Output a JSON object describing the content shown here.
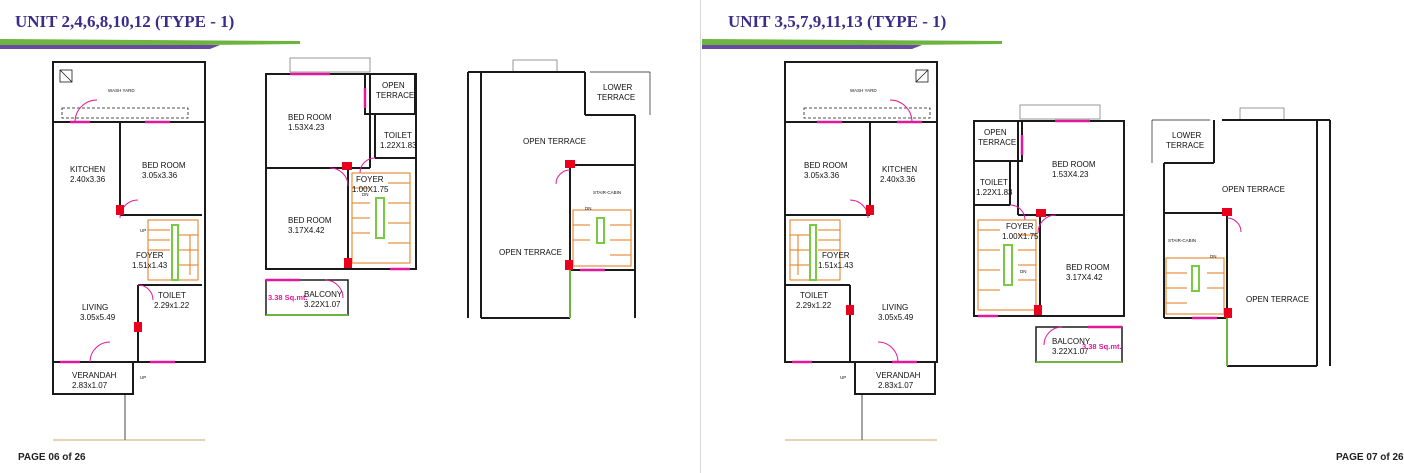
{
  "left_page": {
    "title": "UNIT 2,4,6,8,10,12 (TYPE - 1)",
    "page_number": "PAGE 06 of 26",
    "ground": {
      "wash_yard": "WASH YARD",
      "kitchen": "KITCHEN",
      "kitchen_size": "2.40x3.36",
      "bed_room": "BED ROOM",
      "bed_room_size": "3.05x3.36",
      "foyer": "FOYER",
      "foyer_size": "1.51x1.43",
      "toilet": "TOILET",
      "toilet_size": "2.29x1.22",
      "living": "LIVING",
      "living_size": "3.05x5.49",
      "verandah": "VERANDAH",
      "verandah_size": "2.83x1.07",
      "up": "UP",
      "up2": "UP"
    },
    "first": {
      "open_terrace_1": "OPEN",
      "open_terrace_2": "TERRACE",
      "bed_room_1": "BED ROOM",
      "bed_room_1_size": "1.53X4.23",
      "toilet": "TOILET",
      "toilet_size": "1.22X1.83",
      "foyer": "FOYER",
      "foyer_size": "1.00X1.75",
      "bed_room_2": "BED ROOM",
      "bed_room_2_size": "3.17X4.42",
      "dn": "DN",
      "balcony": "BALCONY",
      "balcony_size": "3.22X1.07",
      "balcony_area": "3.38 Sq.mt."
    },
    "terrace": {
      "lower_terrace_1": "LOWER",
      "lower_terrace_2": "TERRACE",
      "open_terrace_top": "OPEN TERRACE",
      "open_terrace_bottom": "OPEN TERRACE",
      "staircabin": "STAIR-CABIN",
      "dn": "DN"
    }
  },
  "right_page": {
    "title": "UNIT 3,5,7,9,11,13 (TYPE - 1)",
    "page_number": "PAGE 07 of 26",
    "ground": {
      "wash_yard": "WASH YARD",
      "bed_room": "BED ROOM",
      "bed_room_size": "3.05x3.36",
      "kitchen": "KITCHEN",
      "kitchen_size": "2.40x3.36",
      "foyer": "FOYER",
      "foyer_size": "1.51x1.43",
      "toilet": "TOILET",
      "toilet_size": "2.29x1.22",
      "living": "LIVING",
      "living_size": "3.05x5.49",
      "verandah": "VERANDAH",
      "verandah_size": "2.83x1.07",
      "up": "UP"
    },
    "first": {
      "open_terrace_1": "OPEN",
      "open_terrace_2": "TERRACE",
      "bed_room_1": "BED ROOM",
      "bed_room_1_size": "1.53X4.23",
      "toilet": "TOILET",
      "toilet_size": "1.22X1.83",
      "foyer": "FOYER",
      "foyer_size": "1.00X1.75",
      "dn": "DN",
      "bed_room_2": "BED ROOM",
      "bed_room_2_size": "3.17X4.42",
      "balcony": "BALCONY",
      "balcony_size": "3.22X1.07",
      "balcony_area": "3.38 Sq.mt."
    },
    "terrace": {
      "lower_terrace_1": "LOWER",
      "lower_terrace_2": "TERRACE",
      "open_terrace_top": "OPEN TERRACE",
      "staircabin": "STAIR-CABIN",
      "dn": "DN",
      "open_terrace_bottom": "OPEN TERRACE"
    }
  },
  "colors": {
    "title": "#3b2c8a",
    "wall": "#1a1a1a",
    "window": "#e0199b",
    "stair": "#e07a1a",
    "landing": "#7ac943",
    "column": "#e8001c",
    "green_band": "#6db33f",
    "purple_band": "#6a4aa0"
  }
}
